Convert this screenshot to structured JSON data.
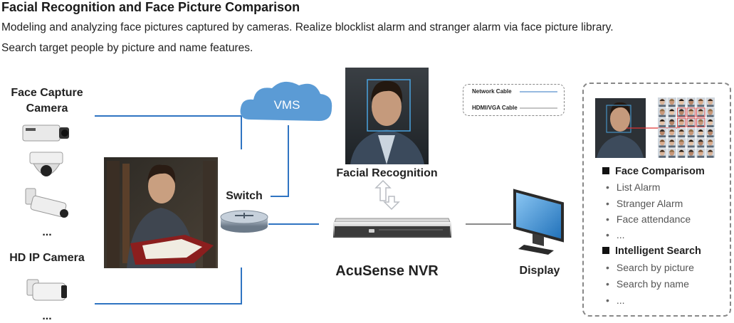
{
  "header": {
    "title": "Facial Recognition and Face Picture Comparison",
    "desc_line1": "Modeling and analyzing face pictures captured by cameras. Realize blocklist alarm and stranger alarm via face picture library.",
    "desc_line2": "Search target people by picture and name features."
  },
  "devices": {
    "face_capture_line1": "Face Capture",
    "face_capture_line2": "Camera",
    "ellipsis_1": "...",
    "hd_ip_camera": "HD IP Camera",
    "ellipsis_2": "...",
    "switch": "Switch",
    "vms": "VMS",
    "facial_recognition": "Facial Recognition",
    "nvr": "AcuSense NVR",
    "display": "Display"
  },
  "legend": {
    "network_cable": "Network Cable",
    "hdmi_vga_cable": "HDMI/VGA Cable"
  },
  "features": {
    "section1": "Face Comparisom",
    "section1_items": [
      "List Alarm",
      "Stranger Alarm",
      "Face attendance",
      "..."
    ],
    "section2": "Intelligent Search",
    "section2_items": [
      "Search by picture",
      "Search by name",
      "..."
    ]
  },
  "colors": {
    "network_cable": "#2f74c2",
    "hdmi_vga_cable": "#8a8a8a",
    "vms_cloud": "#5b9bd5"
  }
}
